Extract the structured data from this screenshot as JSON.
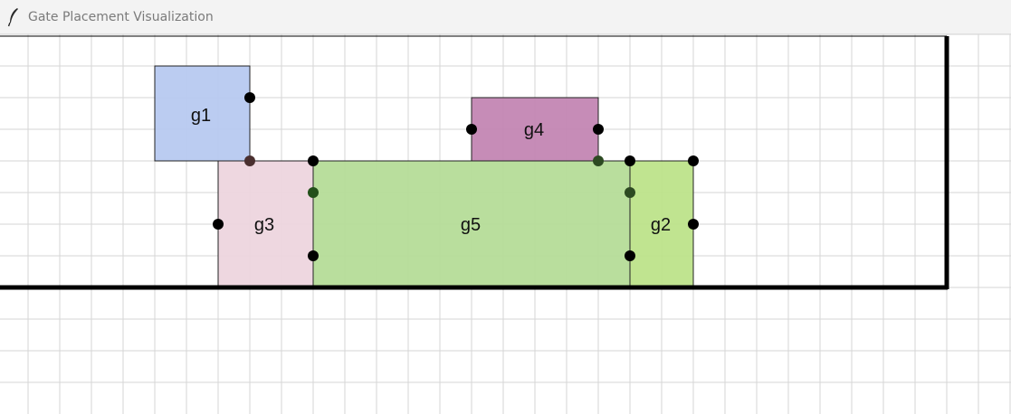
{
  "window": {
    "title": "Gate Placement Visualization",
    "icon": "feather-icon"
  },
  "colors": {
    "grid": "#d6d6d6",
    "boundary": "#000000",
    "pin": "#000000",
    "titlebar": "#f3f3f3"
  },
  "gates": [
    {
      "id": "g1",
      "label": "g1",
      "fill": "#b7c9f0"
    },
    {
      "id": "g2",
      "label": "g2",
      "fill": "#bde38a"
    },
    {
      "id": "g3",
      "label": "g3",
      "fill": "#edd5de"
    },
    {
      "id": "g4",
      "label": "g4",
      "fill": "#c386b3"
    },
    {
      "id": "g5",
      "label": "g5",
      "fill": "#b5dc98"
    }
  ]
}
